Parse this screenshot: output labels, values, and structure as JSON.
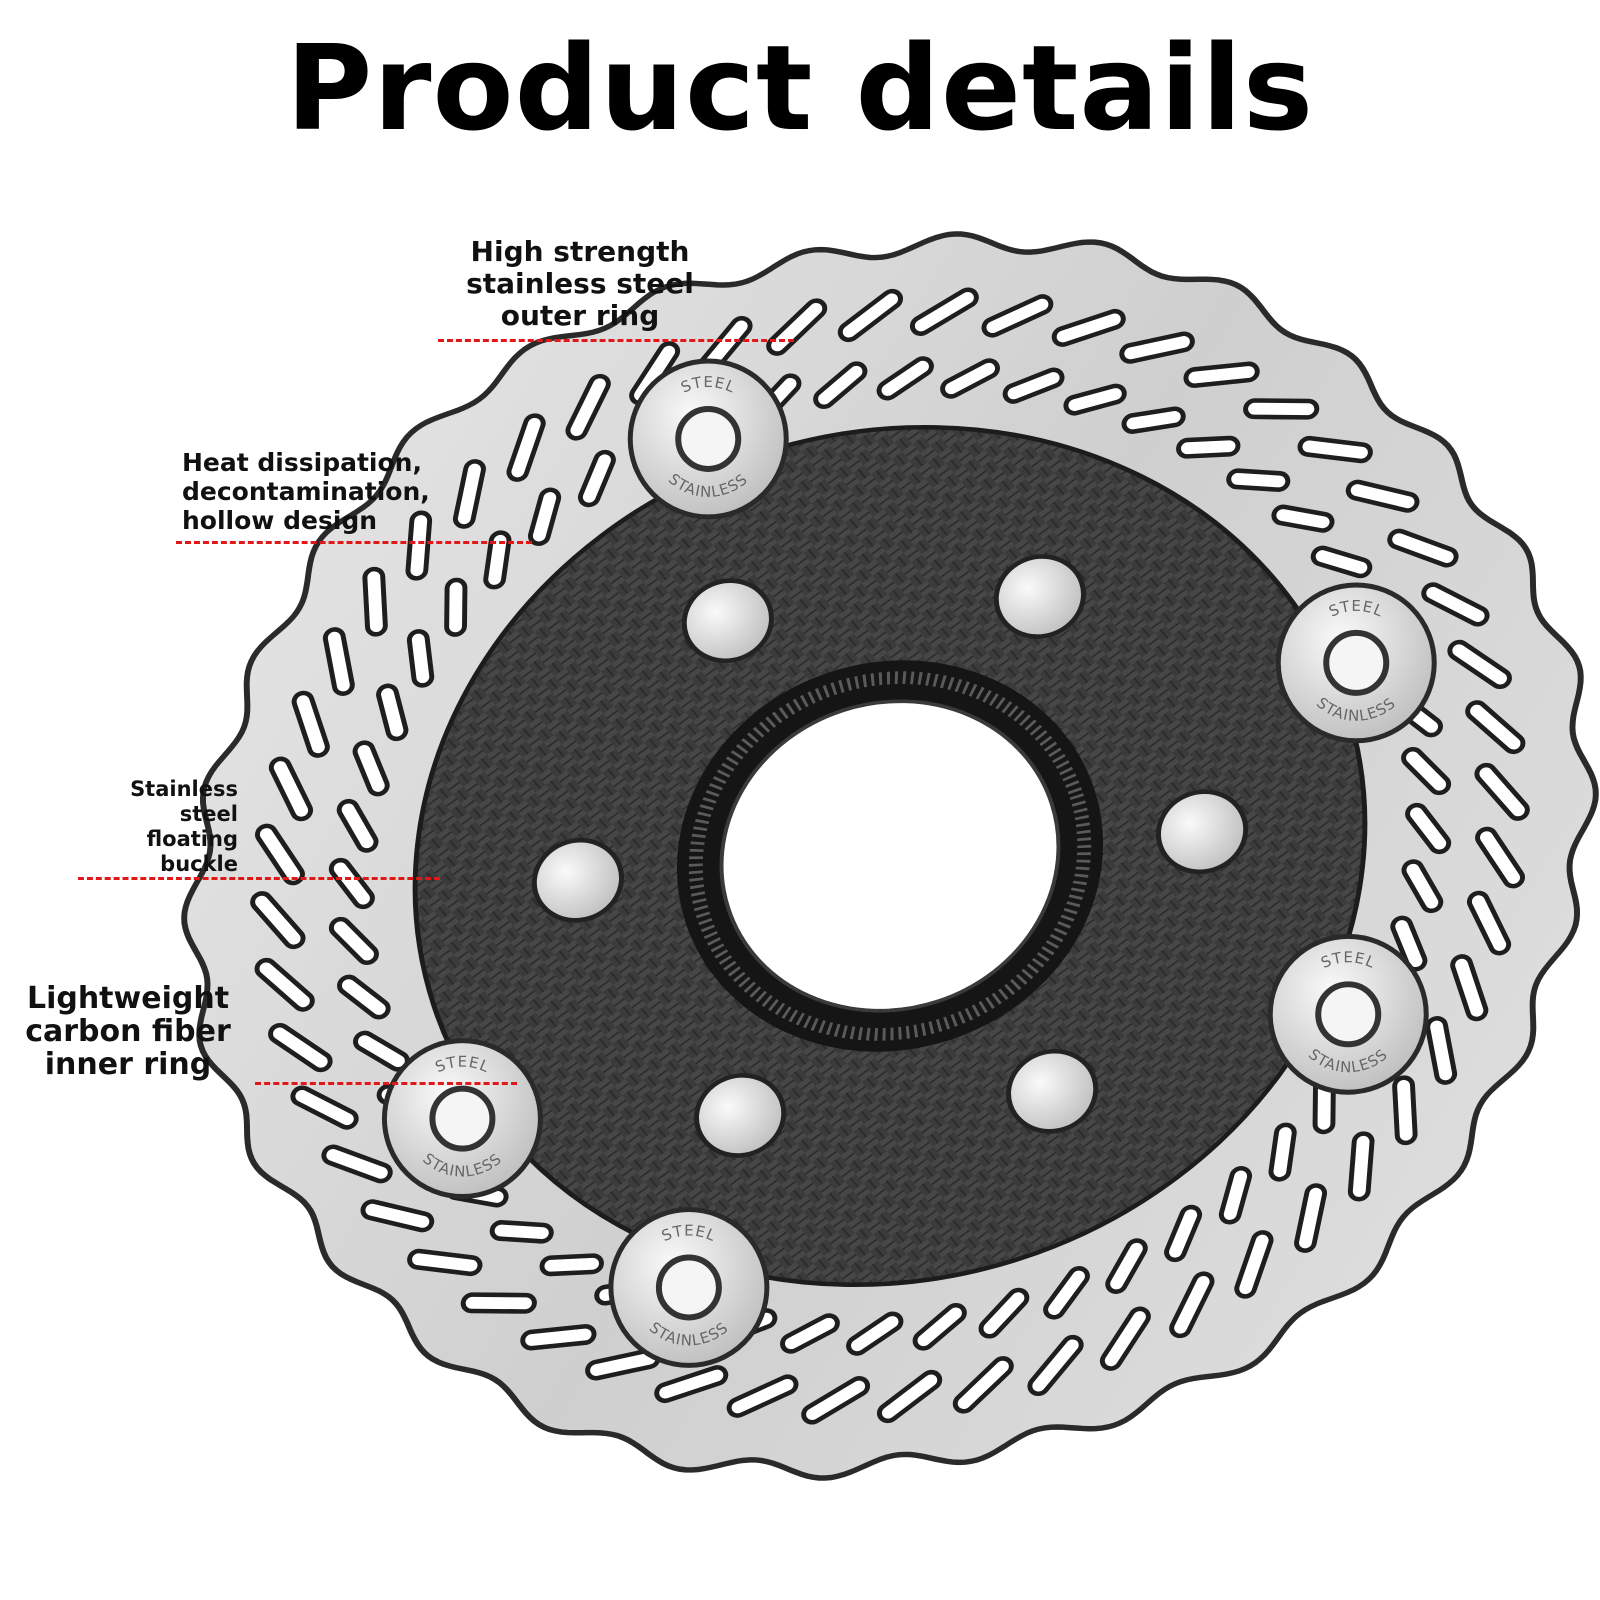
{
  "title": "Product details",
  "labels": {
    "outer_ring": [
      "High strength",
      "stainless steel",
      "outer ring"
    ],
    "heat": [
      "Heat dissipation,",
      "decontamination,",
      "hollow design"
    ],
    "buckle": [
      "Stainless",
      "steel",
      "floating",
      "buckle"
    ],
    "carbon": [
      "Lightweight",
      "carbon fiber",
      "inner ring"
    ]
  },
  "buckle_stamp": {
    "word_top": "STEEL",
    "word_bottom": "STAINLESS"
  },
  "colors": {
    "leader_line": "#e01818",
    "steel": "#d9d9d9",
    "carbon": "#3a3a3a",
    "outline": "#2a2a2a"
  }
}
